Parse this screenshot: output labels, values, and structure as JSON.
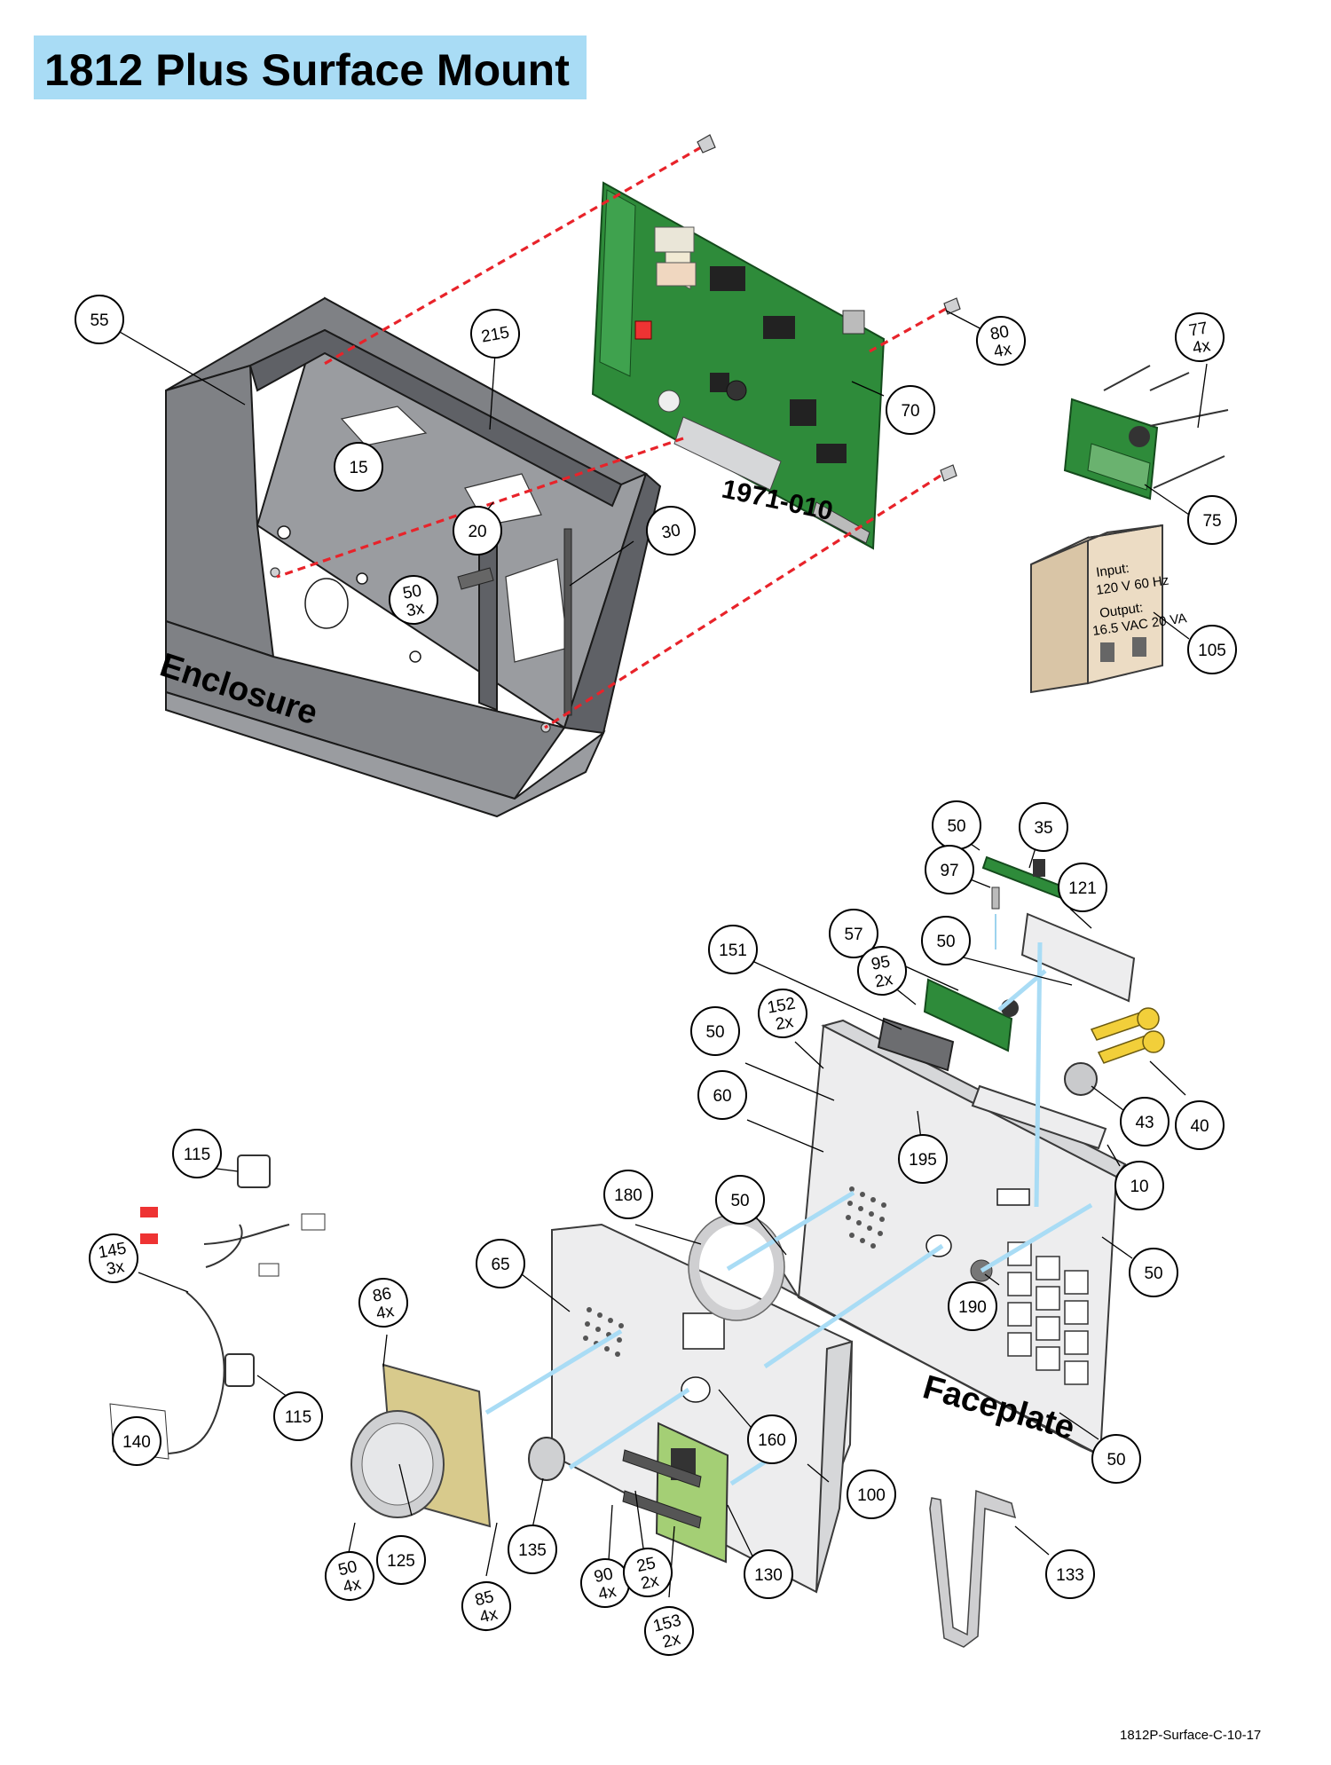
{
  "title": "1812 Plus Surface Mount",
  "sections": {
    "enclosure": "Enclosure",
    "faceplate": "Faceplate",
    "board": "1971-010"
  },
  "transformer_label": {
    "input_title": "Input:",
    "input_value": "120 V 60 Hz",
    "output_title": "Output:",
    "output_value": "16.5 VAC 20 VA"
  },
  "footer": "1812P-Surface-C-10-17",
  "callouts": [
    {
      "id": "c55",
      "lines": [
        "55"
      ]
    },
    {
      "id": "c215",
      "lines": [
        "215"
      ]
    },
    {
      "id": "c15",
      "lines": [
        "15"
      ]
    },
    {
      "id": "c20",
      "lines": [
        "20"
      ]
    },
    {
      "id": "c30",
      "lines": [
        "30"
      ]
    },
    {
      "id": "c50a",
      "lines": [
        "50",
        "3x"
      ]
    },
    {
      "id": "c70",
      "lines": [
        "70"
      ]
    },
    {
      "id": "c80",
      "lines": [
        "80",
        "4x"
      ]
    },
    {
      "id": "c77",
      "lines": [
        "77",
        "4x"
      ]
    },
    {
      "id": "c75",
      "lines": [
        "75"
      ]
    },
    {
      "id": "c105",
      "lines": [
        "105"
      ]
    },
    {
      "id": "c50b",
      "lines": [
        "50"
      ]
    },
    {
      "id": "c35",
      "lines": [
        "35"
      ]
    },
    {
      "id": "c97",
      "lines": [
        "97"
      ]
    },
    {
      "id": "c121",
      "lines": [
        "121"
      ]
    },
    {
      "id": "c57",
      "lines": [
        "57"
      ]
    },
    {
      "id": "c50c",
      "lines": [
        "50"
      ]
    },
    {
      "id": "c151",
      "lines": [
        "151"
      ]
    },
    {
      "id": "c95",
      "lines": [
        "95",
        "2x"
      ]
    },
    {
      "id": "c152",
      "lines": [
        "152",
        "2x"
      ]
    },
    {
      "id": "c50d",
      "lines": [
        "50"
      ]
    },
    {
      "id": "c60",
      "lines": [
        "60"
      ]
    },
    {
      "id": "c195",
      "lines": [
        "195"
      ]
    },
    {
      "id": "c43",
      "lines": [
        "43"
      ]
    },
    {
      "id": "c40",
      "lines": [
        "40"
      ]
    },
    {
      "id": "c10",
      "lines": [
        "10"
      ]
    },
    {
      "id": "c180",
      "lines": [
        "180"
      ]
    },
    {
      "id": "c50e",
      "lines": [
        "50"
      ]
    },
    {
      "id": "c50f",
      "lines": [
        "50"
      ]
    },
    {
      "id": "c190",
      "lines": [
        "190"
      ]
    },
    {
      "id": "c115a",
      "lines": [
        "115"
      ]
    },
    {
      "id": "c145",
      "lines": [
        "145",
        "3x"
      ]
    },
    {
      "id": "c65",
      "lines": [
        "65"
      ]
    },
    {
      "id": "c86",
      "lines": [
        "86",
        "4x"
      ]
    },
    {
      "id": "c160",
      "lines": [
        "160"
      ]
    },
    {
      "id": "c115b",
      "lines": [
        "115"
      ]
    },
    {
      "id": "c140",
      "lines": [
        "140"
      ]
    },
    {
      "id": "c50g",
      "lines": [
        "50"
      ]
    },
    {
      "id": "c100",
      "lines": [
        "100"
      ]
    },
    {
      "id": "c50h",
      "lines": [
        "50",
        "4x"
      ]
    },
    {
      "id": "c125",
      "lines": [
        "125"
      ]
    },
    {
      "id": "c85",
      "lines": [
        "85",
        "4x"
      ]
    },
    {
      "id": "c135",
      "lines": [
        "135"
      ]
    },
    {
      "id": "c90",
      "lines": [
        "90",
        "4x"
      ]
    },
    {
      "id": "c25",
      "lines": [
        "25",
        "2x"
      ]
    },
    {
      "id": "c153",
      "lines": [
        "153",
        "2x"
      ]
    },
    {
      "id": "c130",
      "lines": [
        "130"
      ]
    },
    {
      "id": "c133",
      "lines": [
        "133"
      ]
    }
  ]
}
